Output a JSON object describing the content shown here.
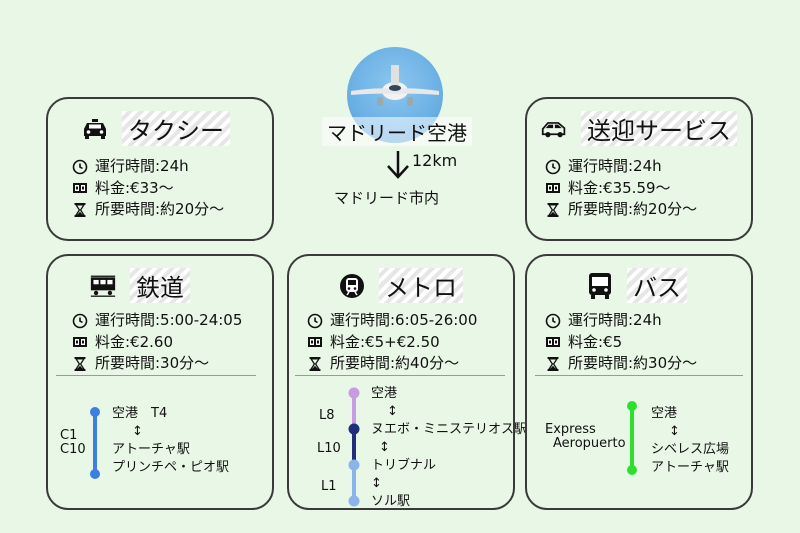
{
  "center": {
    "airport": "マドリード空港",
    "distance": "12km",
    "city": "マドリード市内"
  },
  "cards": {
    "taxi": {
      "title": "タクシー",
      "hours": "運行時間:24h",
      "fare": "料金:€33〜",
      "duration": "所要時間:約20分〜"
    },
    "shuttle": {
      "title": "送迎サービス",
      "hours": "運行時間:24h",
      "fare": "料金:€35.59〜",
      "duration": "所要時間:約20分〜"
    },
    "rail": {
      "title": "鉄道",
      "hours": "運行時間:5:00-24:05",
      "fare": "料金:€2.60",
      "duration": "所要時間:30分〜",
      "line_a": "C1",
      "line_b": "C10",
      "stop1": "空港　T4",
      "arrow": "↕",
      "stop2": "アトーチャ駅",
      "stop3": "プリンチペ・ピオ駅",
      "route_color": "#3b7fe0"
    },
    "metro": {
      "title": "メトロ",
      "hours": "運行時間:6:05-26:00",
      "fare": "料金:€5+€2.50",
      "duration": "所要時間:約40分〜",
      "l8": "L8",
      "l10": "L10",
      "l1": "L1",
      "stop1": "空港",
      "stop2": "ヌエボ・ミニステリオス駅",
      "stop3": "トリブナル",
      "stop4": "ソル駅",
      "arrow": "↕",
      "colors": [
        "#c99be0",
        "#1f2f7a",
        "#8cb4ea"
      ]
    },
    "bus": {
      "title": "バス",
      "hours": "運行時間:24h",
      "fare": "料金:€5",
      "duration": "所要時間:約30分〜",
      "line1": "Express",
      "line2": "Aeropuerto",
      "stop1": "空港",
      "arrow": "↕",
      "stop2": "シベレス広場",
      "stop3": "アトーチャ駅",
      "route_color": "#2ee02e"
    }
  },
  "icons": {
    "hours": "clock-icon",
    "fare": "ticket-icon",
    "duration": "hourglass-icon",
    "taxi": "taxi-icon",
    "shuttle": "car-icon",
    "rail": "train-icon",
    "metro": "metro-icon",
    "bus": "bus-icon",
    "airport": "airplane-icon"
  }
}
